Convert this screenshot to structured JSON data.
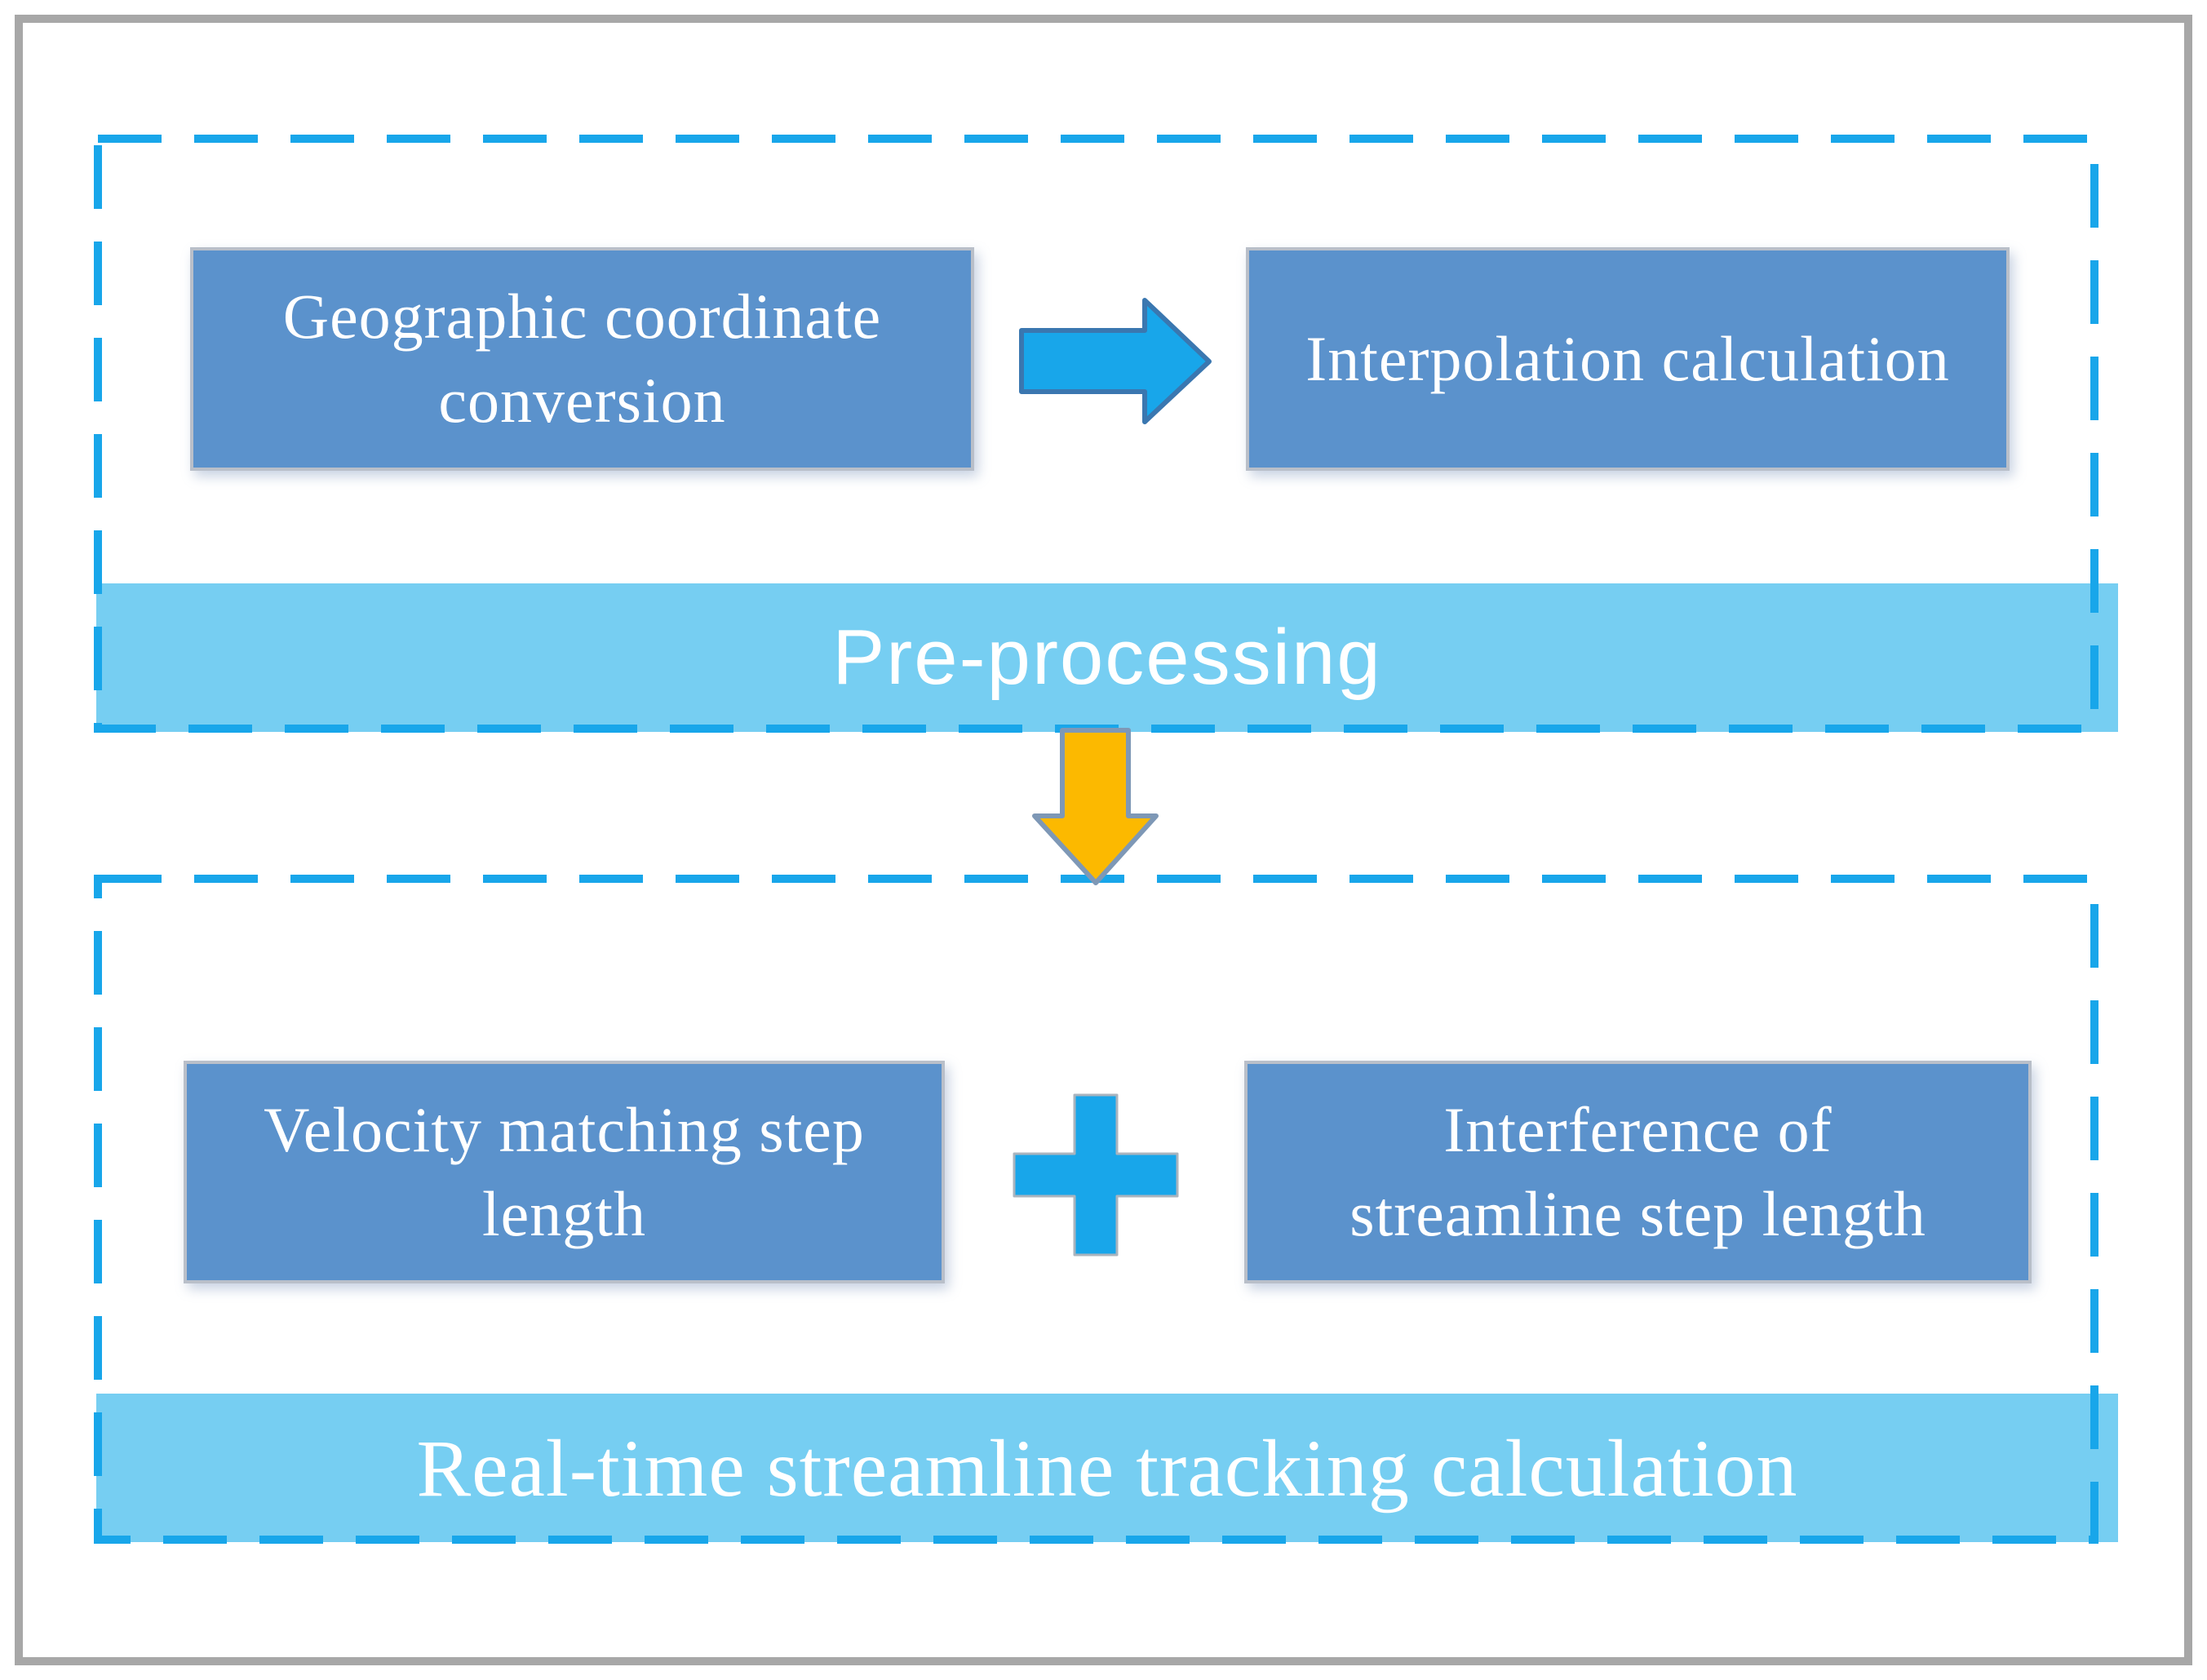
{
  "diagram": {
    "stage1": {
      "band_label": "Pre-processing",
      "boxes": {
        "geo": {
          "lines": [
            "Geographic coordinate",
            "conversion"
          ]
        },
        "interp": {
          "lines": [
            "Interpolation calculation"
          ]
        }
      }
    },
    "stage2": {
      "band_label": "Real-time streamline tracking calculation",
      "boxes": {
        "velocity": {
          "lines": [
            "Velocity matching step",
            "length"
          ]
        },
        "interference": {
          "lines": [
            "Interference of",
            "streamline step length"
          ]
        }
      }
    },
    "icons": {
      "flow_arrow": "right-arrow",
      "stage_arrow": "down-arrow",
      "combine_symbol": "plus"
    },
    "colors": {
      "accent_blue": "#18A6EA",
      "node_fill": "#5B92CC",
      "band_fill": "#76CEF2",
      "down_arrow_fill": "#FCB900",
      "frame_gray": "#A7A7A7",
      "text_white": "#FFFFFF"
    }
  }
}
